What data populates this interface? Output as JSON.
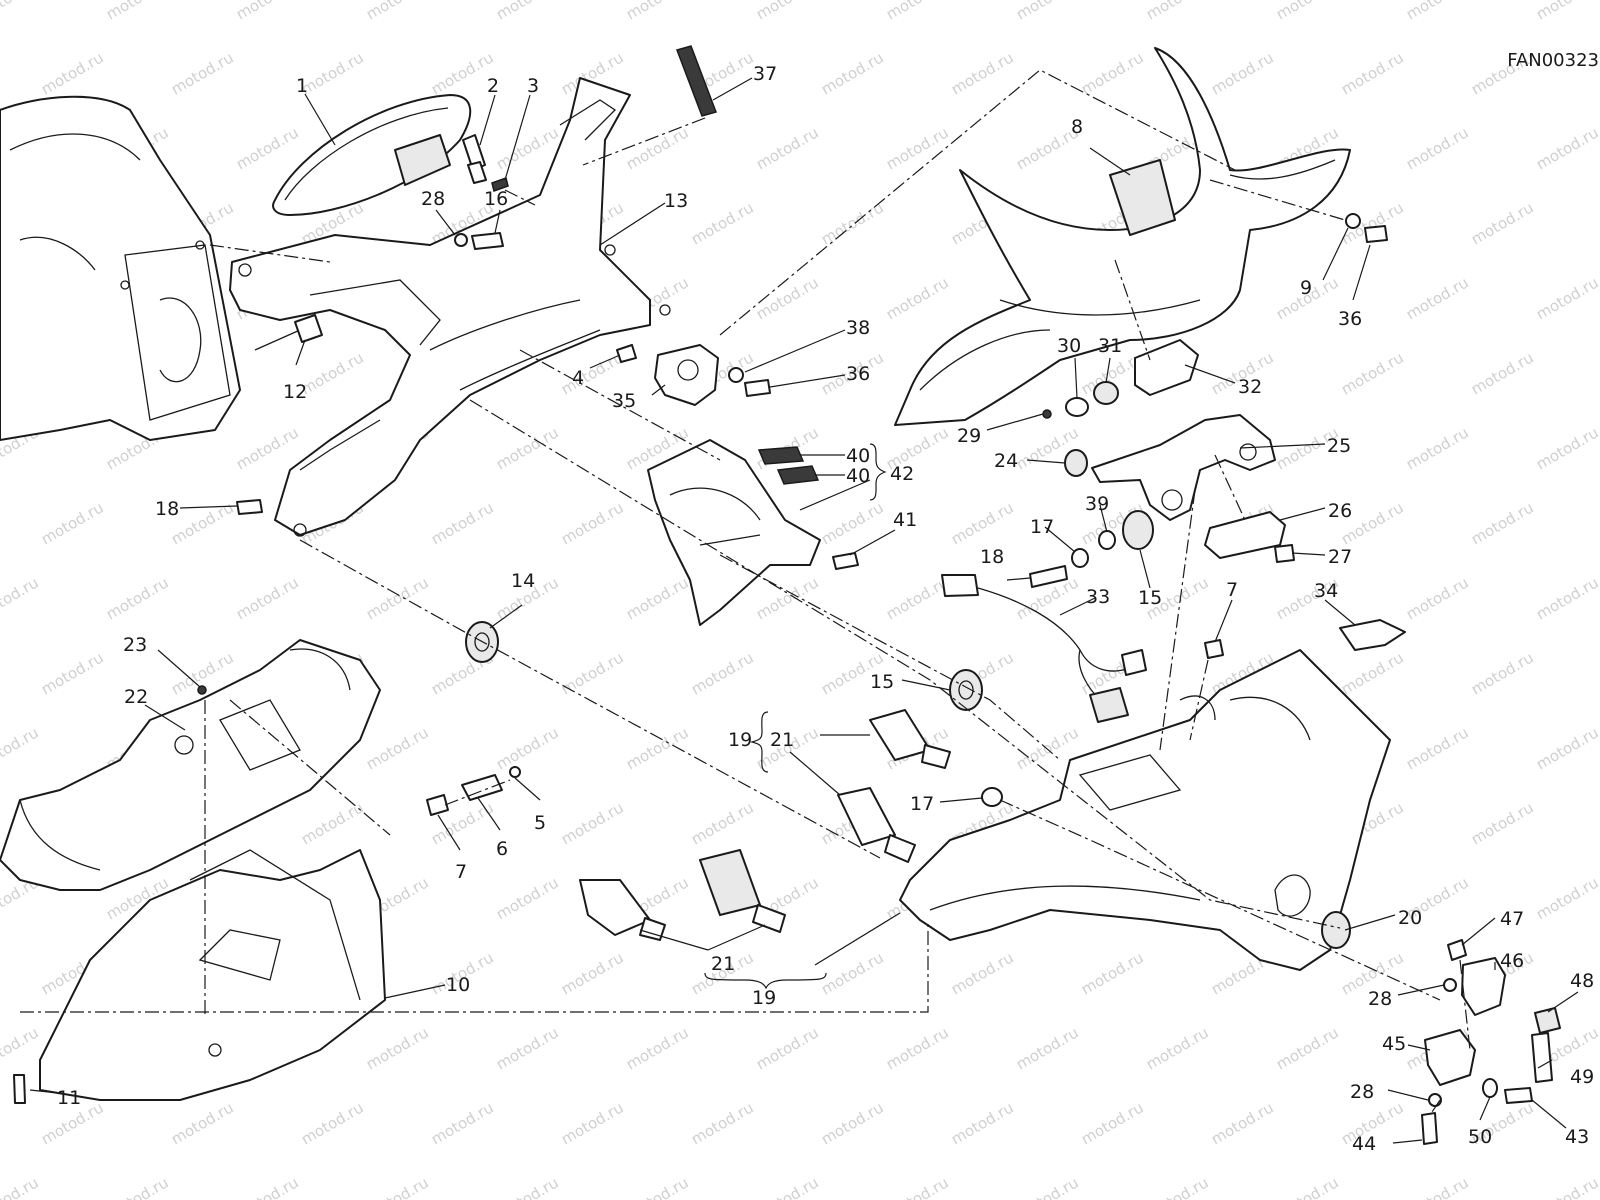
{
  "drawing_code": "FAN00323",
  "watermark": "motod.ru",
  "callouts": [
    {
      "id": "c1",
      "label": "1"
    },
    {
      "id": "c2",
      "label": "2"
    },
    {
      "id": "c3",
      "label": "3"
    },
    {
      "id": "c37",
      "label": "37"
    },
    {
      "id": "c28a",
      "label": "28"
    },
    {
      "id": "c16",
      "label": "16"
    },
    {
      "id": "c13",
      "label": "13"
    },
    {
      "id": "c12",
      "label": "12"
    },
    {
      "id": "c4",
      "label": "4"
    },
    {
      "id": "c35",
      "label": "35"
    },
    {
      "id": "c38",
      "label": "38"
    },
    {
      "id": "c36a",
      "label": "36"
    },
    {
      "id": "c18a",
      "label": "18"
    },
    {
      "id": "c14",
      "label": "14"
    },
    {
      "id": "c40a",
      "label": "40"
    },
    {
      "id": "c40b",
      "label": "40"
    },
    {
      "id": "c42",
      "label": "42"
    },
    {
      "id": "c41",
      "label": "41"
    },
    {
      "id": "c8",
      "label": "8"
    },
    {
      "id": "c9",
      "label": "9"
    },
    {
      "id": "c36b",
      "label": "36"
    },
    {
      "id": "c30",
      "label": "30"
    },
    {
      "id": "c31",
      "label": "31"
    },
    {
      "id": "c32",
      "label": "32"
    },
    {
      "id": "c29",
      "label": "29"
    },
    {
      "id": "c24",
      "label": "24"
    },
    {
      "id": "c25",
      "label": "25"
    },
    {
      "id": "c39",
      "label": "39"
    },
    {
      "id": "c17a",
      "label": "17"
    },
    {
      "id": "c26",
      "label": "26"
    },
    {
      "id": "c27",
      "label": "27"
    },
    {
      "id": "c18b",
      "label": "18"
    },
    {
      "id": "c15a",
      "label": "15"
    },
    {
      "id": "c33",
      "label": "33"
    },
    {
      "id": "c7a",
      "label": "7"
    },
    {
      "id": "c34",
      "label": "34"
    },
    {
      "id": "c23",
      "label": "23"
    },
    {
      "id": "c22",
      "label": "22"
    },
    {
      "id": "c15b",
      "label": "15"
    },
    {
      "id": "c19a",
      "label": "19"
    },
    {
      "id": "c21a",
      "label": "21"
    },
    {
      "id": "c17b",
      "label": "17"
    },
    {
      "id": "c5",
      "label": "5"
    },
    {
      "id": "c6",
      "label": "6"
    },
    {
      "id": "c7b",
      "label": "7"
    },
    {
      "id": "c21b",
      "label": "21"
    },
    {
      "id": "c19b",
      "label": "19"
    },
    {
      "id": "c20",
      "label": "20"
    },
    {
      "id": "c10",
      "label": "10"
    },
    {
      "id": "c11",
      "label": "11"
    },
    {
      "id": "c47",
      "label": "47"
    },
    {
      "id": "c46",
      "label": "46"
    },
    {
      "id": "c28b",
      "label": "28"
    },
    {
      "id": "c48",
      "label": "48"
    },
    {
      "id": "c45",
      "label": "45"
    },
    {
      "id": "c49",
      "label": "49"
    },
    {
      "id": "c28c",
      "label": "28"
    },
    {
      "id": "c44",
      "label": "44"
    },
    {
      "id": "c50",
      "label": "50"
    },
    {
      "id": "c43",
      "label": "43"
    }
  ]
}
